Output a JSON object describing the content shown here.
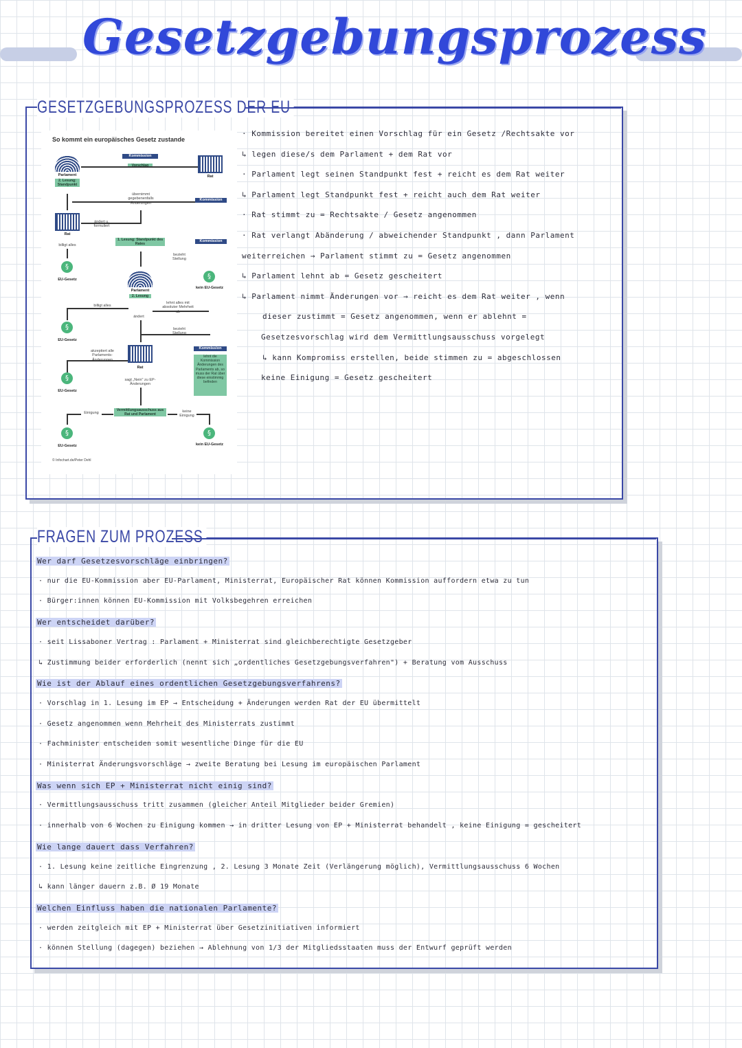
{
  "title": "Gesetzgebungsprozess",
  "section1": {
    "heading": "GESETZGEBUNGSPROZESS DER EU",
    "diagram": {
      "title": "So kommt ein europäisches Gesetz zustande",
      "kommission1": "Kommission",
      "vorschlag": "Vorschlag",
      "parlament": "Parlament",
      "lesung2": "2. Lesung: Standpunkt",
      "rat": "Rat",
      "uebernimmt": "übernimmt gegebenenfalls Änderungen",
      "kommission2": "Kommission",
      "aendert_formuliert": "ändert u. formuliert",
      "rat_left": "Rat",
      "billigt_alles1": "billigt alles",
      "lesung1_rat": "1. Lesung: Standpunkt des Rates",
      "kommission3": "Kommission",
      "bezieht_stellung1": "bezieht Stellung",
      "eu_gesetz1": "EU-Gesetz",
      "parlament_mid": "Parlament",
      "lesung2_mid": "2. Lesung",
      "kein_eu_gesetz1": "kein EU-Gesetz",
      "billigt_alles2": "billigt alles",
      "lehnt_ab": "lehnt alles mit absoluter Mehrheit ab",
      "aendert": "ändert",
      "bezieht_stellung2": "bezieht Stellung",
      "eu_gesetz2": "EU-Gesetz",
      "akzeptiert": "akzeptiert alle Parlaments-Änderungen",
      "rat_mid": "Rat",
      "sagt_nein": "sagt „Nein\" zu EP-Änderungen",
      "kommission4": "Kommission",
      "kommission4_text": "lehnt die Kommission Änderungen des Parlaments ab, so muss der Rat über diese einstimmig befinden",
      "eu_gesetz3": "EU-Gesetz",
      "einigung": "Einigung",
      "vermittlung": "Vermittlungsausschuss aus Rat und Parlament",
      "keine_einigung": "keine Einigung",
      "eu_gesetz4": "EU-Gesetz",
      "kein_eu_gesetz2": "kein EU-Gesetz",
      "credit": "© Infochart.de/Peter Dehl"
    },
    "notes": [
      "· Kommission bereitet einen Vorschlag für ein Gesetz /Rechtsakte vor",
      "↳ legen diese/s dem Parlament + dem Rat vor",
      "· Parlament legt seinen Standpunkt fest + reicht es dem Rat weiter",
      "↳ Parlament legt Standpunkt fest + reicht auch dem Rat weiter",
      "· Rat stimmt zu = Rechtsakte / Gesetz angenommen",
      "· Rat verlangt Abänderung / abweichender Standpunkt , dann Parlament",
      "weiterreichen → Parlament stimmt zu = Gesetz angenommen",
      "↳ Parlament lehnt ab = Gesetz gescheitert",
      "↳ Parlament nimmt Änderungen vor → reicht es dem Rat weiter , wenn",
      "dieser zustimmt = Gesetz angenommen, wenn er ablehnt =",
      "Gesetzesvorschlag wird dem Vermittlungsausschuss vorgelegt",
      "↳ kann Kompromiss erstellen, beide stimmen zu = abgeschlossen",
      "keine Einigung = Gesetz gescheitert"
    ]
  },
  "section2": {
    "heading": "FRAGEN ZUM PROZESS",
    "items": [
      {
        "type": "q",
        "text": "Wer darf Gesetzesvorschläge einbringen?"
      },
      {
        "type": "a",
        "text": "· nur die EU-Kommission aber EU-Parlament, Ministerrat, Europäischer Rat können Kommission auffordern etwa zu tun"
      },
      {
        "type": "a",
        "text": "· Bürger:innen können EU-Kommission mit Volksbegehren erreichen"
      },
      {
        "type": "q",
        "text": "Wer entscheidet darüber?"
      },
      {
        "type": "a",
        "text": "· seit Lissaboner Vertrag : Parlament + Ministerrat sind gleichberechtigte Gesetzgeber"
      },
      {
        "type": "a",
        "text": "↳ Zustimmung beider erforderlich (nennt sich „ordentliches Gesetzgebungsverfahren\") + Beratung vom Ausschuss"
      },
      {
        "type": "q",
        "text": "Wie ist der Ablauf eines ordentlichen Gesetzgebungsverfahrens?"
      },
      {
        "type": "a",
        "text": "· Vorschlag in 1. Lesung im EP → Entscheidung + Änderungen werden Rat der EU übermittelt"
      },
      {
        "type": "a",
        "text": "· Gesetz angenommen wenn Mehrheit des Ministerrats zustimmt"
      },
      {
        "type": "a",
        "text": "· Fachminister entscheiden somit wesentliche Dinge für die EU"
      },
      {
        "type": "a",
        "text": "· Ministerrat Änderungsvorschläge → zweite Beratung bei Lesung im europäischen Parlament"
      },
      {
        "type": "q",
        "text": "Was wenn sich EP + Ministerrat nicht einig sind?"
      },
      {
        "type": "a",
        "text": "· Vermittlungsausschuss tritt zusammen (gleicher Anteil Mitglieder beider Gremien)"
      },
      {
        "type": "a",
        "text": "· innerhalb von 6 Wochen zu Einigung kommen → in dritter Lesung von EP + Ministerrat behandelt , keine Einigung = gescheitert"
      },
      {
        "type": "q",
        "text": "Wie lange dauert dass Verfahren?"
      },
      {
        "type": "a",
        "text": "· 1. Lesung keine zeitliche Eingrenzung , 2. Lesung 3 Monate Zeit (Verlängerung möglich), Vermittlungsausschuss 6 Wochen"
      },
      {
        "type": "a",
        "text": "↳ kann länger dauern z.B. Ø 19 Monate"
      },
      {
        "type": "q",
        "text": "Welchen Einfluss haben die nationalen Parlamente?"
      },
      {
        "type": "a",
        "text": "· werden zeitgleich mit EP + Ministerrat über Gesetzinitiativen informiert"
      },
      {
        "type": "a",
        "text": "· können Stellung (dagegen) beziehen → Ablehnung von 1/3 der Mitgliedsstaaten muss der Entwurf geprüft werden"
      }
    ]
  }
}
